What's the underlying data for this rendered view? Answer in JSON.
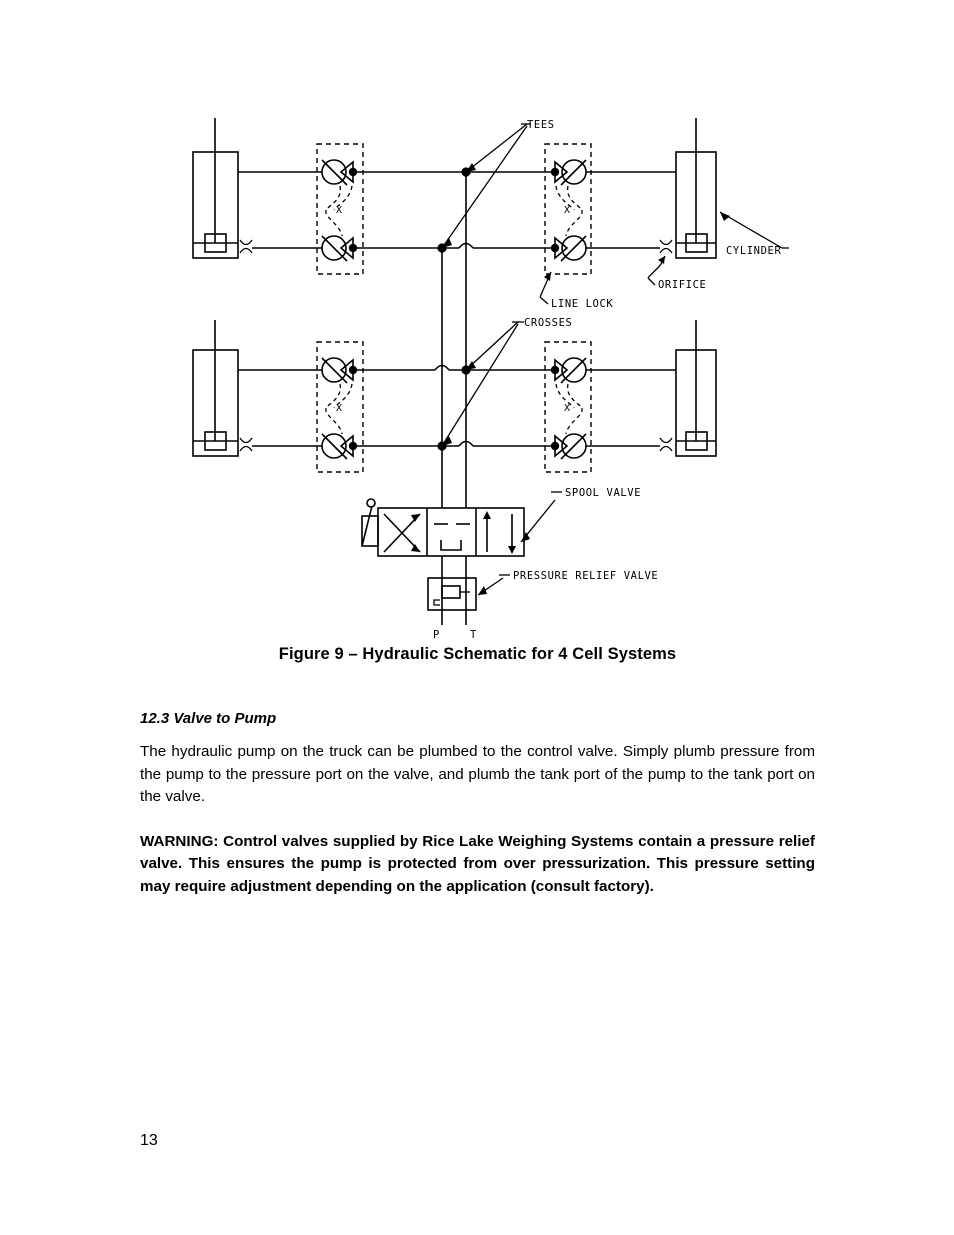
{
  "document": {
    "page_number": "13"
  },
  "figure": {
    "caption": "Figure 9 – Hydraulic Schematic for 4 Cell Systems",
    "labels": {
      "tees": "TEES",
      "crosses": "CROSSES",
      "line_lock": "LINE LOCK",
      "orifice": "ORIFICE",
      "cylinder": "CYLINDER",
      "spool_valve": "SPOOL VALVE",
      "pressure_relief_valve": "PRESSURE RELIEF VALVE",
      "port_p": "P",
      "port_t": "T",
      "pilot_cross_marker": "X"
    }
  },
  "section": {
    "heading": "12.3 Valve to Pump",
    "paragraph": "The hydraulic pump on the truck can be plumbed to the control valve. Simply plumb pressure from the pump to the pressure port on the valve, and plumb the tank port of the pump to the tank port on the valve.",
    "warning": "WARNING: Control valves supplied by Rice Lake Weighing Systems contain a pressure relief valve. This ensures the pump is protected from over pressurization. This pressure setting may require adjustment depending on the application (consult factory)."
  },
  "colors": {
    "ink": "#000000",
    "paper": "#ffffff"
  }
}
